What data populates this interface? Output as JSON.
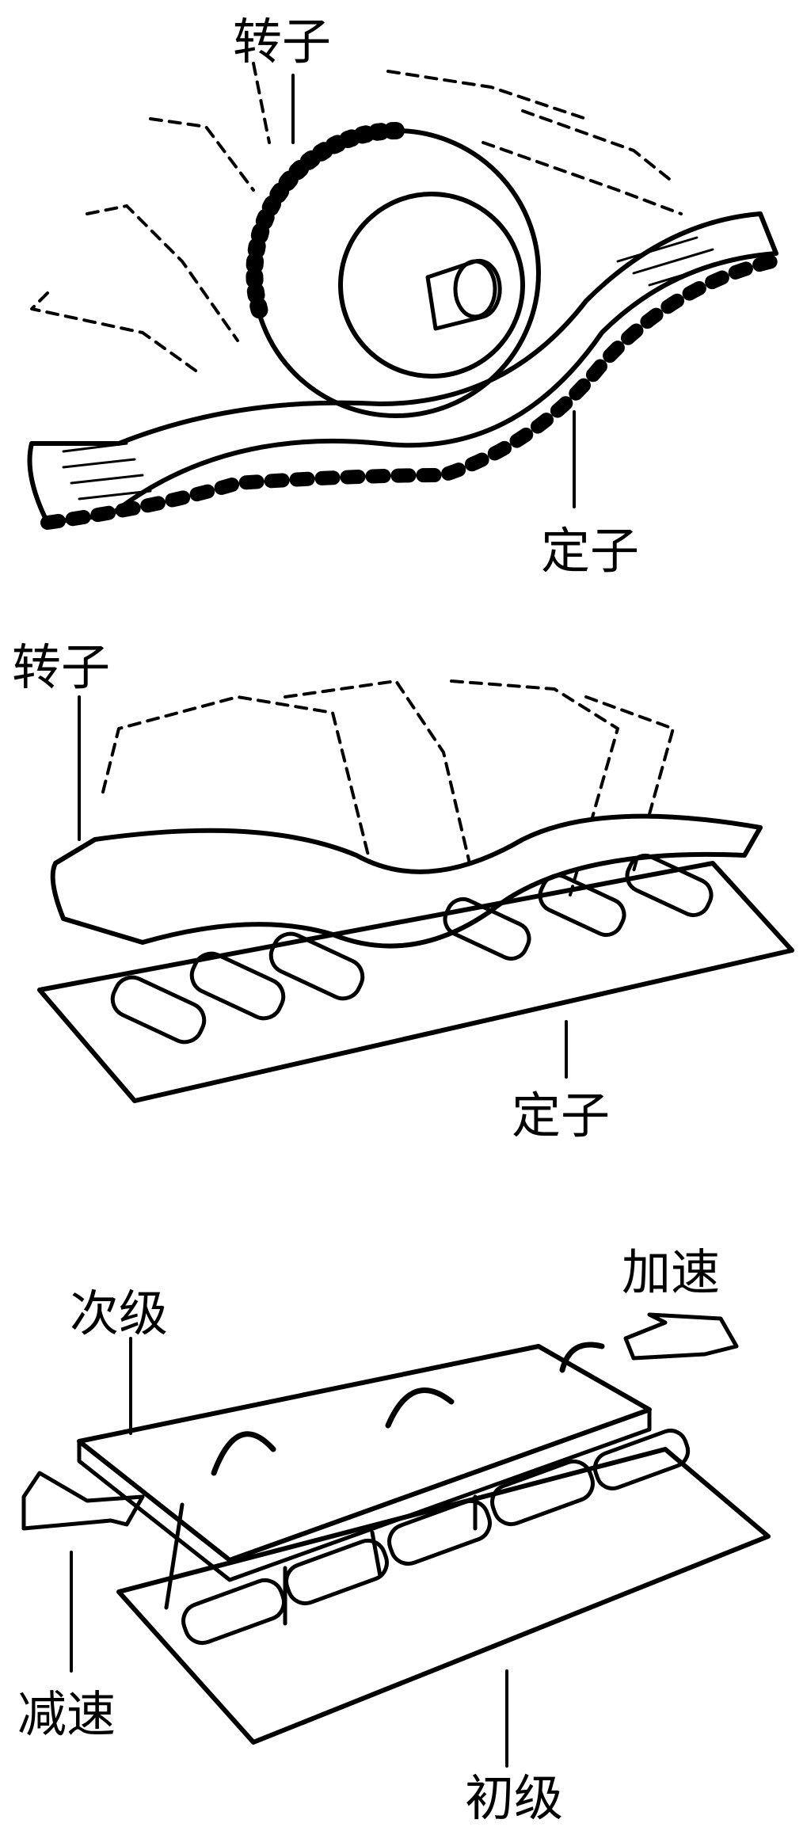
{
  "panel_rotary": {
    "rotor_label": "转子",
    "stator_label": "定子"
  },
  "panel_linear_unrolled": {
    "rotor_label": "转子",
    "stator_label": "定子"
  },
  "panel_linear_motor": {
    "secondary_label": "次级",
    "accelerate_label": "加速",
    "decelerate_label": "减速",
    "primary_label": "初级"
  },
  "colors": {
    "ink": "#000000",
    "background": "#ffffff"
  }
}
